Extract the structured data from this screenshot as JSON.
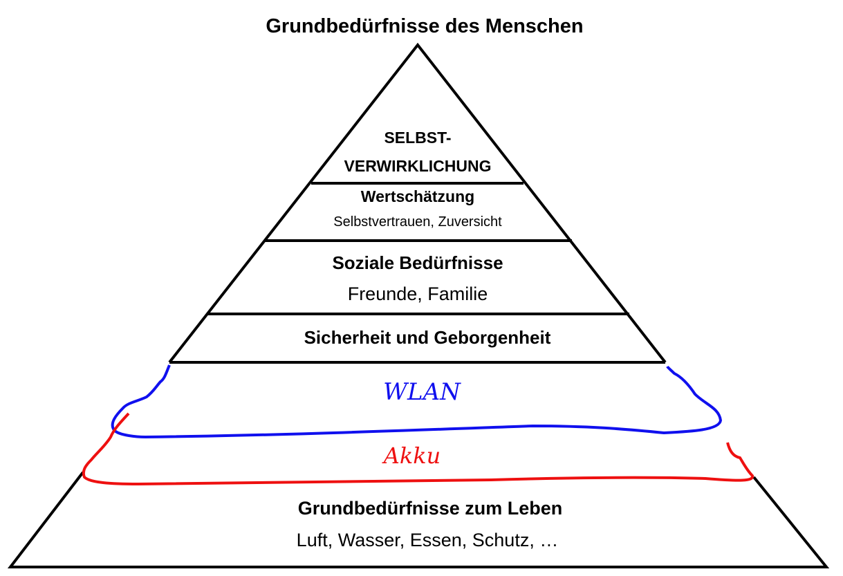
{
  "title": "Grundbedürfnisse des Menschen",
  "levels": [
    {
      "title_line1": "SELBST-",
      "title_line2": "VERWIRKLICHUNG"
    },
    {
      "title": "Wertschätzung",
      "subtitle": "Selbstvertrauen, Zuversicht"
    },
    {
      "title": "Soziale Bedürfnisse",
      "subtitle": "Freunde, Familie"
    },
    {
      "title": "Sicherheit und Geborgenheit"
    },
    {
      "title": "Grundbedürfnisse zum Leben",
      "subtitle": "Luft, Wasser, Essen, Schutz, …"
    }
  ],
  "annotations": {
    "wlan": {
      "label": "WLAN",
      "color": "#1010ee"
    },
    "akku": {
      "label": "Akku",
      "color": "#ee1010"
    }
  }
}
